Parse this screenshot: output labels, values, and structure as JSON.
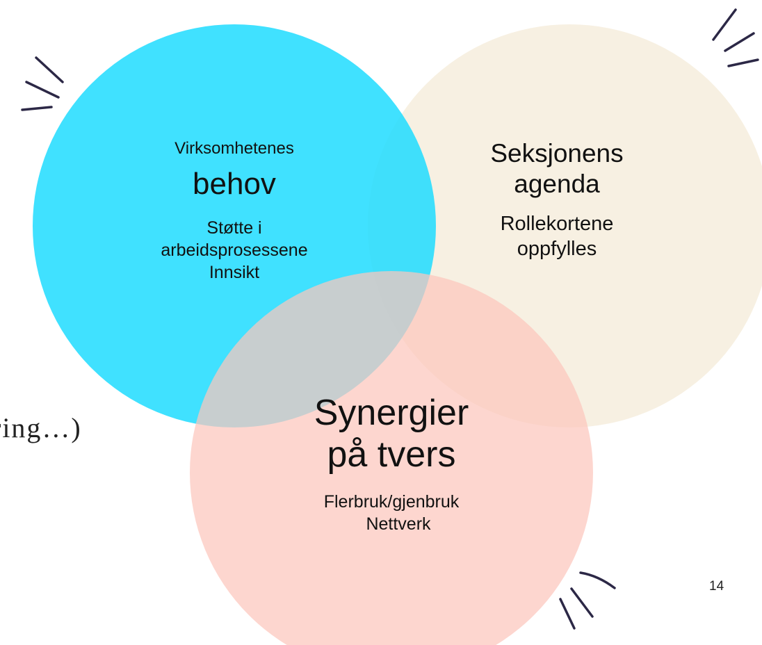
{
  "colors": {
    "behov_circle": "#1fdcff",
    "agenda_circle": "#f6efe0",
    "synergier_circle": "#fcd4cc",
    "accent_strokes": "#2c2846"
  },
  "circles": {
    "behov": {
      "heading_small": "Virksomhetenes",
      "heading_large": "behov",
      "lines": [
        "Støtte i",
        "arbeidsprosessene",
        "Innsikt"
      ]
    },
    "agenda": {
      "heading_line1": "Seksjonens",
      "heading_line2": "agenda",
      "lines": [
        "Rollekortene",
        "oppfylles"
      ]
    },
    "synergier": {
      "heading_line1": "Synergier",
      "heading_line2": "på tvers",
      "lines": [
        "Flerbruk/gjenbruk",
        "Nettverk"
      ]
    }
  },
  "background_fragment": "ring…)",
  "page_number": "14"
}
